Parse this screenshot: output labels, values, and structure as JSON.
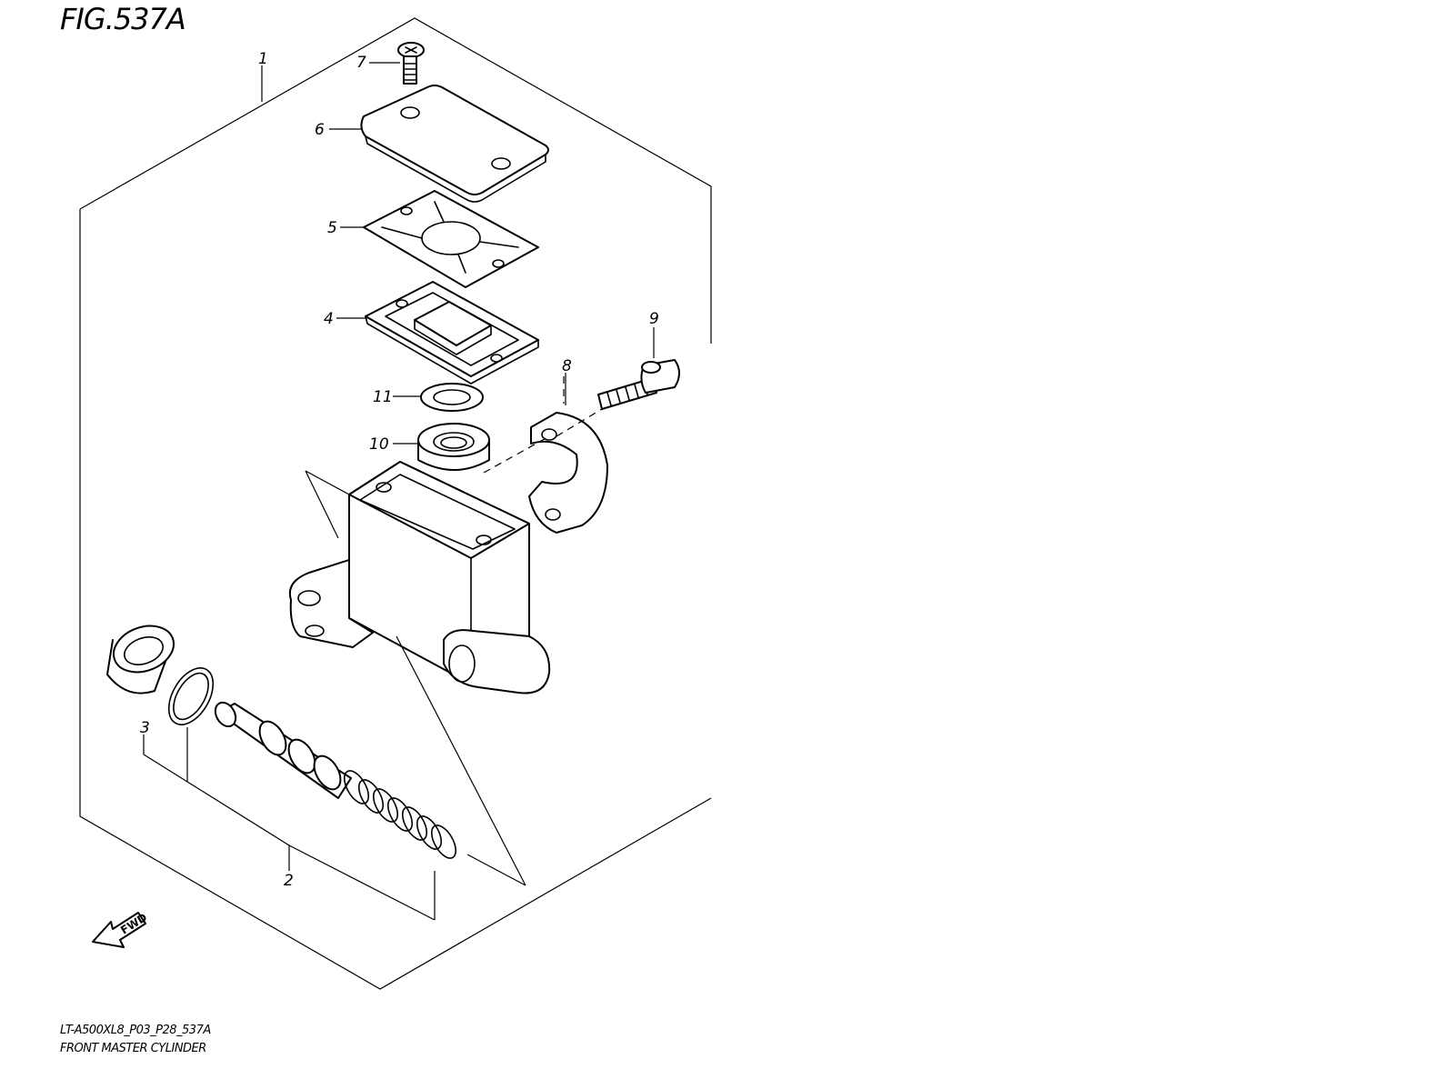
{
  "figure": {
    "title": "FIG.537A",
    "code": "LT-A500XL8_P03_P28_537A",
    "name": "FRONT MASTER CYLINDER"
  },
  "fwd_label": "FWD",
  "callouts": [
    {
      "ref": "1",
      "text": "1"
    },
    {
      "ref": "2",
      "text": "2"
    },
    {
      "ref": "3",
      "text": "3"
    },
    {
      "ref": "4",
      "text": "4"
    },
    {
      "ref": "5",
      "text": "5"
    },
    {
      "ref": "6",
      "text": "6"
    },
    {
      "ref": "7",
      "text": "7"
    },
    {
      "ref": "8",
      "text": "8"
    },
    {
      "ref": "9",
      "text": "9"
    },
    {
      "ref": "10",
      "text": "10"
    },
    {
      "ref": "11",
      "text": "11"
    }
  ]
}
